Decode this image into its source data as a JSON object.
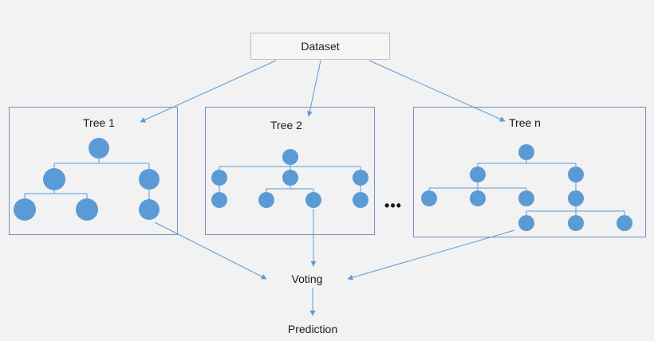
{
  "dataset": {
    "label": "Dataset"
  },
  "trees": [
    {
      "label": "Tree 1"
    },
    {
      "label": "Tree 2"
    },
    {
      "label": "Tree n"
    }
  ],
  "ellipsis": "•••",
  "voting": {
    "label": "Voting"
  },
  "prediction": {
    "label": "Prediction"
  },
  "colors": {
    "node_fill": "#5b9bd5",
    "edge": "#5b9bd5",
    "box_border": "#6f93bd",
    "background": "#f2f2f2"
  }
}
